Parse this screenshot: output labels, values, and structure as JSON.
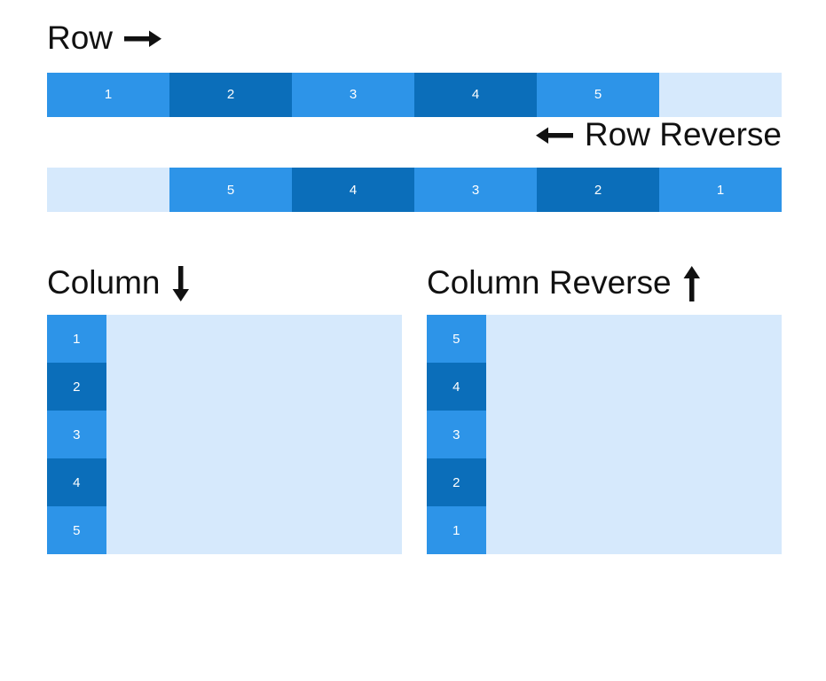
{
  "colors": {
    "item_light": "#2d94e8",
    "item_dark": "#0b6eba",
    "container_bg": "#d6e9fc",
    "heading_text": "#111111",
    "item_text": "#ffffff",
    "page_bg": "#ffffff"
  },
  "icons": {
    "row": "right-arrow",
    "row_reverse": "left-arrow",
    "column": "down-arrow",
    "column_reverse": "up-arrow"
  },
  "sections": {
    "row": {
      "title": "Row",
      "items": [
        "1",
        "2",
        "3",
        "4",
        "5"
      ]
    },
    "row_reverse": {
      "title": "Row Reverse",
      "items": [
        "1",
        "2",
        "3",
        "4",
        "5"
      ]
    },
    "column": {
      "title": "Column",
      "items": [
        "1",
        "2",
        "3",
        "4",
        "5"
      ]
    },
    "column_reverse": {
      "title": "Column Reverse",
      "items": [
        "1",
        "2",
        "3",
        "4",
        "5"
      ]
    }
  }
}
